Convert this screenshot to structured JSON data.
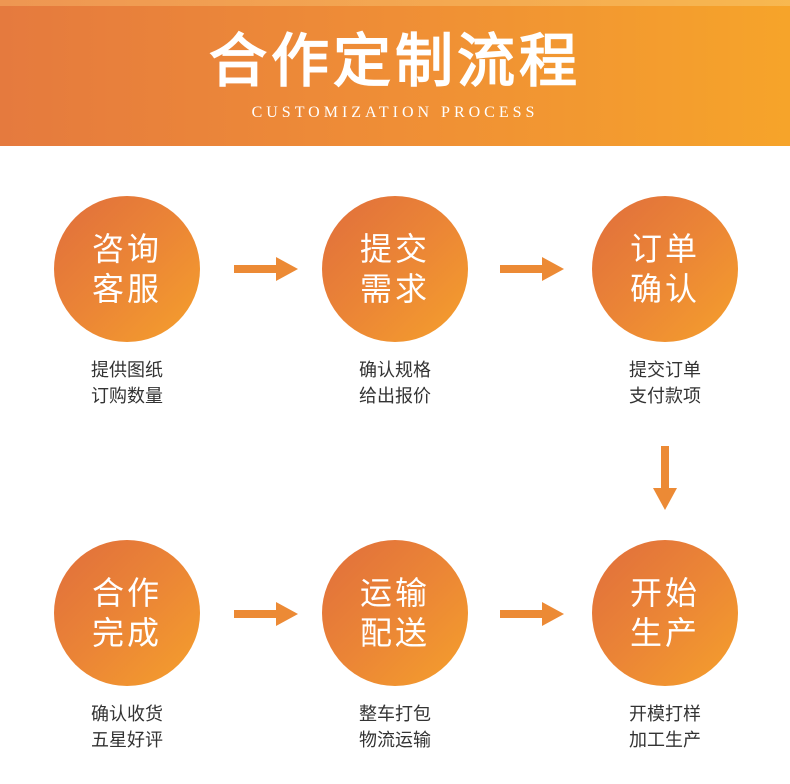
{
  "header": {
    "title": "合作定制流程",
    "subtitle": "CUSTOMIZATION PROCESS"
  },
  "colors": {
    "accent_start": "#e06e3c",
    "accent_end": "#f5a02c",
    "caption_text": "#333333"
  },
  "steps": [
    {
      "line1": "咨询",
      "line2": "客服",
      "desc1": "提供图纸",
      "desc2": "订购数量"
    },
    {
      "line1": "提交",
      "line2": "需求",
      "desc1": "确认规格",
      "desc2": "给出报价"
    },
    {
      "line1": "订单",
      "line2": "确认",
      "desc1": "提交订单",
      "desc2": "支付款项"
    },
    {
      "line1": "开始",
      "line2": "生产",
      "desc1": "开模打样",
      "desc2": "加工生产"
    },
    {
      "line1": "运输",
      "line2": "配送",
      "desc1": "整车打包",
      "desc2": "物流运输"
    },
    {
      "line1": "合作",
      "line2": "完成",
      "desc1": "确认收货",
      "desc2": "五星好评"
    }
  ],
  "icons": [
    "arrow-right-icon",
    "arrow-down-icon"
  ]
}
